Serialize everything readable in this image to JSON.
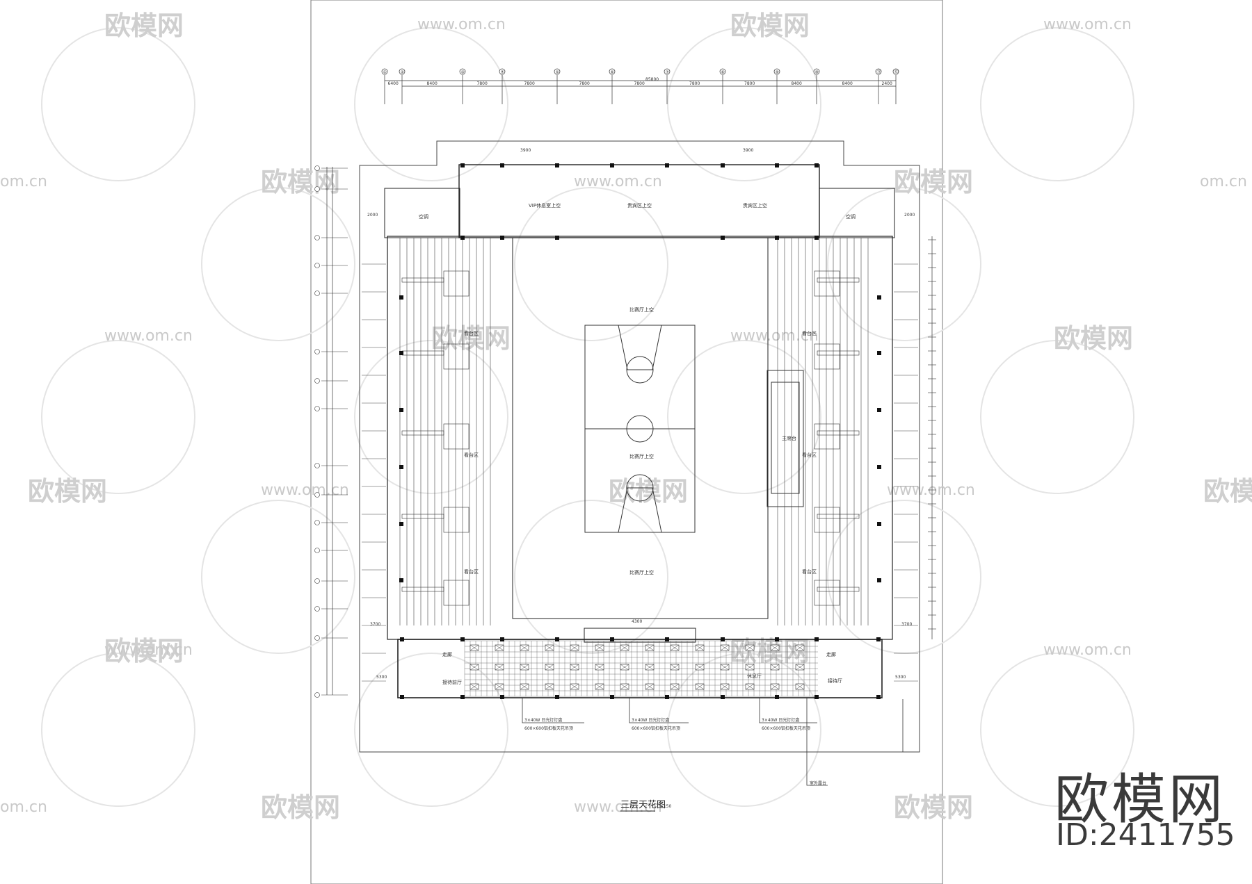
{
  "drawing": {
    "title": "三层天花图",
    "scale": "1:150",
    "overall_width_dim": "85800",
    "top_axes": [
      "①",
      "②",
      "③",
      "④",
      "⑤",
      "⑥",
      "⑦",
      "⑧",
      "⑨",
      "⑩",
      "⑪",
      "⑫"
    ],
    "top_dims": [
      "6400",
      "8400",
      "7800",
      "7800",
      "7800",
      "7800",
      "7800",
      "7800",
      "8400",
      "8400",
      "2400"
    ],
    "rooms": {
      "vip_lounge": "VIP休息室上空",
      "vip_left": "空调",
      "vip_right": "空调",
      "box_area": "贵宾区上空",
      "hall_top": "比赛厅上空",
      "hall_mid": "比赛厅上空",
      "hall_bottom": "比赛厅上空",
      "stand_left_1": "看台区",
      "stand_left_2": "看台区",
      "stand_left_3": "看台区",
      "stand_right_1": "看台区",
      "stand_right_2": "看台区",
      "stand_right_3": "看台区",
      "control": "主席台",
      "lobby_left": "接待前厅",
      "lobby_mid": "休息厅",
      "lobby_right": "接待厅",
      "corridor_left": "走廊",
      "corridor_right": "走廊"
    },
    "dims": {
      "side_left": "5300",
      "side_right": "5300",
      "top_gap": "3900",
      "stage": "4300",
      "stand_left": "3700",
      "stand_right": "3700",
      "height_total": "2000"
    },
    "notes": [
      {
        "line1": "3×40W 日光灯灯盘",
        "line2": "600×600铝扣板天花吊顶"
      },
      {
        "line1": "3×40W 日光灯灯盘",
        "line2": "600×600铝扣板天花吊顶"
      },
      {
        "line1": "3×40W 日光灯灯盘",
        "line2": "600×600铝扣板天花吊顶"
      }
    ],
    "outside_note": "室外露台"
  },
  "watermark": {
    "name": "欧模网",
    "url": "www.om.cn",
    "url_short": "om.cn"
  },
  "brand": {
    "name": "欧模网",
    "id": "ID:2411755"
  }
}
